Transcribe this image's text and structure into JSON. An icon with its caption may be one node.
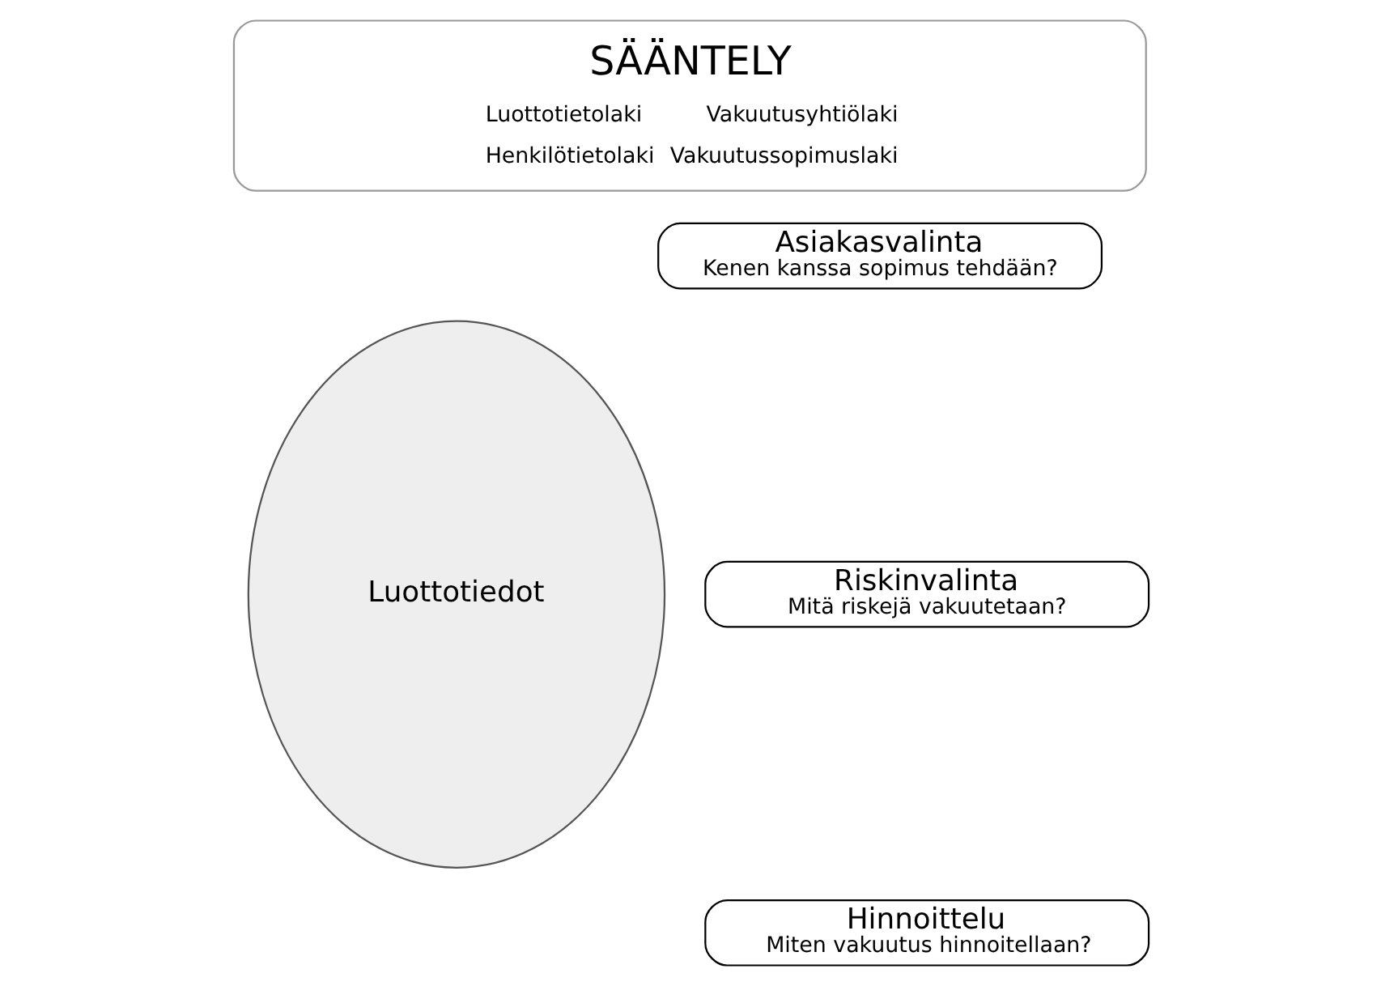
{
  "diagram": {
    "nodes": [
      {
        "text": [
          "SÄÄNTELY",
          "Luottotietolaki",
          "Vakuutusyhtiölaki",
          "Henkilötietolaki",
          "Vakuutussopimuslaki"
        ]
      },
      {
        "text": [
          "Luottotiedot"
        ]
      },
      {
        "text": [
          "Asiakasvalinta",
          "Kenen kanssa sopimus tehdään?"
        ]
      },
      {
        "text": [
          "Riskinvalinta",
          "Mitä riskejä vakuutetaan?"
        ]
      },
      {
        "text": [
          "Hinnoittelu",
          "Miten vakuutus hinnoitellaan?"
        ]
      }
    ],
    "edges": []
  }
}
